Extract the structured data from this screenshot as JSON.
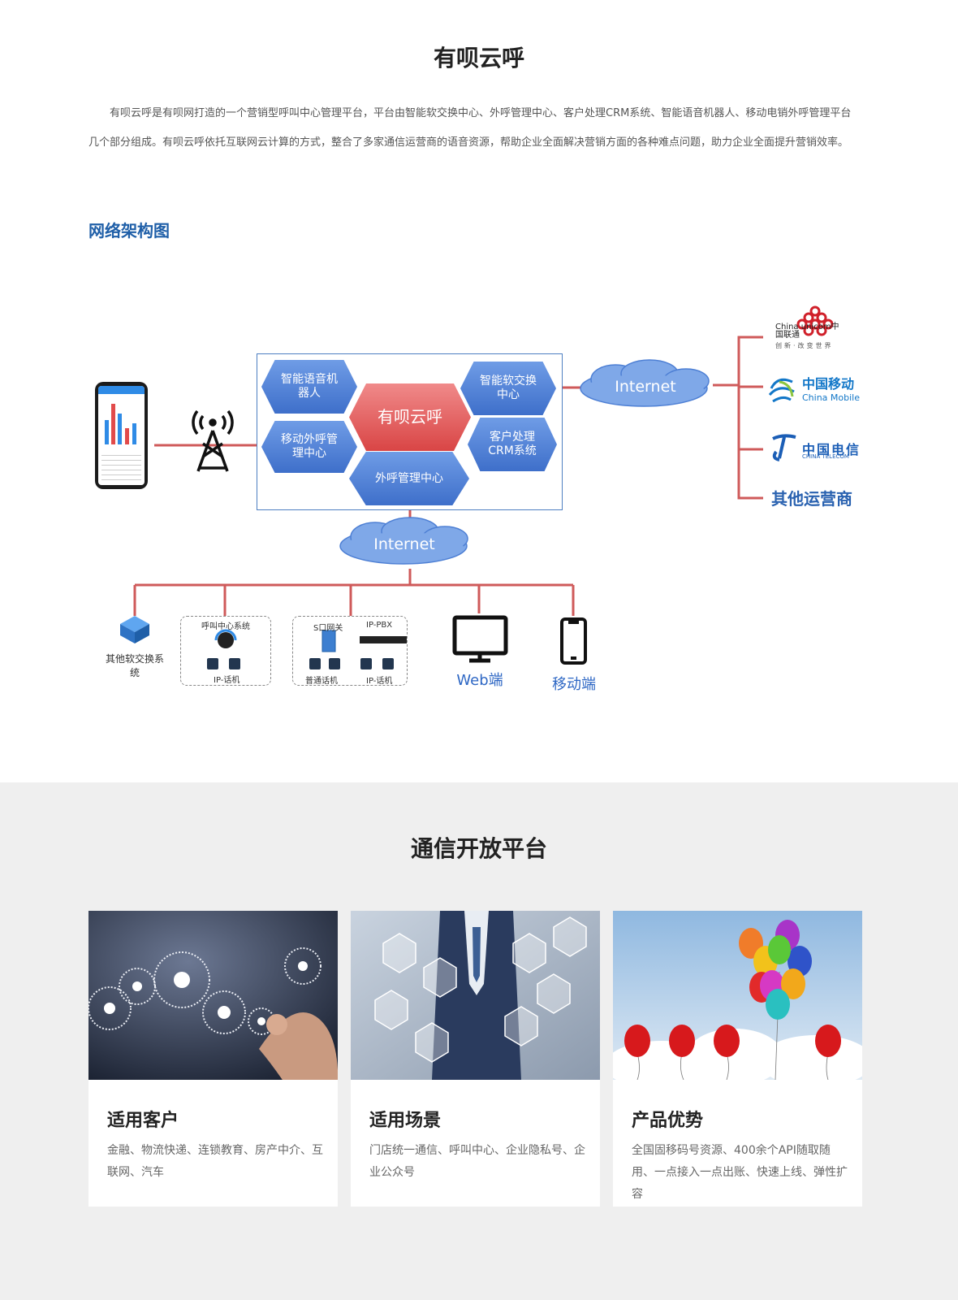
{
  "intro": {
    "title": "有呗云呼",
    "description": "有呗云呼是有呗网打造的一个营销型呼叫中心管理平台，平台由智能软交换中心、外呼管理中心、客户处理CRM系统、智能语音机器人、移动电销外呼管理平台几个部分组成。有呗云呼依托互联网云计算的方式，整合了多家通信运营商的语音资源，帮助企业全面解决营销方面的各种难点问题，助力企业全面提升营销效率。",
    "section_heading": "网络架构图"
  },
  "diagram": {
    "hexes": {
      "robot": "智能语音机器人",
      "softswitch": "智能软交换中心",
      "center": "有呗云呼",
      "mobile_mgmt": "移动外呼管理中心",
      "crm": "客户处理CRM系统",
      "outbound": "外呼管理中心"
    },
    "internet_top": "Internet",
    "internet_bottom": "Internet",
    "operators": {
      "unicom_en": "China unicom中国联通",
      "unicom_slogan": "创新·改变世界",
      "mobile_cn": "中国移动",
      "mobile_en": "China Mobile",
      "telecom_cn": "中国电信",
      "telecom_en": "CHINA TELECOM",
      "other": "其他运营商"
    },
    "nodes": {
      "other_softswitch": "其他软交换系统",
      "callcenter_system": "呼叫中心系统",
      "ip_phone_1": "IP-话机",
      "sip_gateway": "S口网关",
      "ip_pbx": "IP-PBX",
      "normal_phone": "普通话机",
      "ip_phone_2": "IP-话机",
      "web": "Web端",
      "mobile": "移动端"
    }
  },
  "platform": {
    "title": "通信开放平台",
    "cards": [
      {
        "title": "适用客户",
        "text": "金融、物流快递、连锁教育、房产中介、互联网、汽车"
      },
      {
        "title": "适用场景",
        "text": "门店统一通信、呼叫中心、企业隐私号、企业公众号"
      },
      {
        "title": "产品优势",
        "text": "全国固移码号资源、400余个API随取随用、一点接入一点出账、快速上线、弹性扩容"
      }
    ]
  },
  "colors": {
    "link_line": "#cf5a5a",
    "hex_blue": "#4d7fd4",
    "hex_red": "#e05757",
    "heading_blue": "#1f5fa8"
  }
}
